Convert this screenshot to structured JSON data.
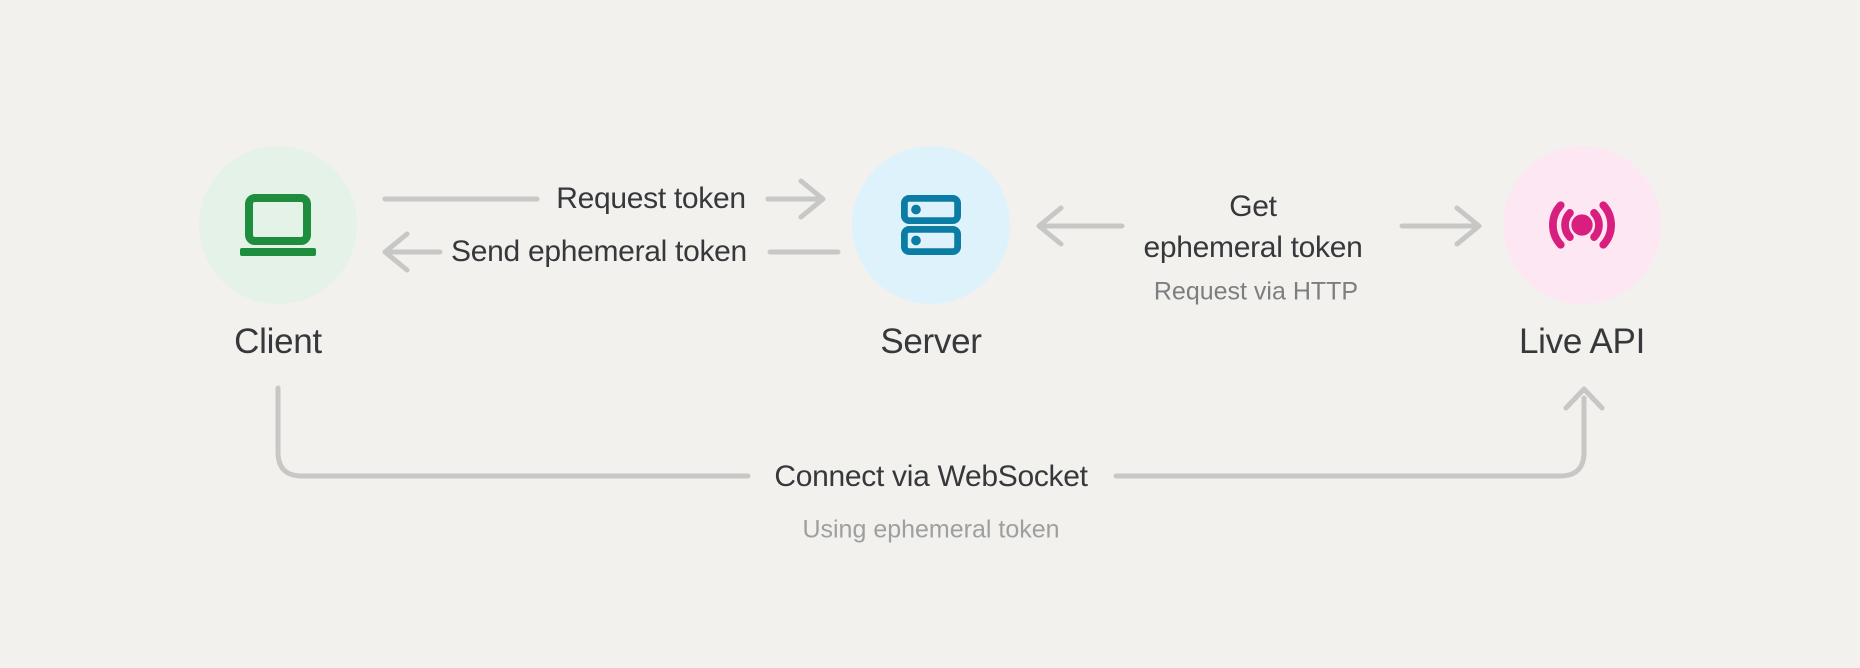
{
  "colors": {
    "background": "#F2F1EE",
    "connector_gray": "#C7C7C5",
    "label_text": "#36383B",
    "http_note_text": "#7C7E80",
    "websocket_note_text": "#9DA09E",
    "client_green": "#1E8E3E",
    "client_circle_fill": "#E4F2E8",
    "server_teal": "#0B7CA3",
    "server_circle_fill": "#DEF2FC",
    "live_api_pink": "#D81F80",
    "live_api_circle_fill": "#FCE7F3"
  },
  "nodes": [
    {
      "id": "client",
      "label": "Client",
      "icon": "laptop-icon"
    },
    {
      "id": "server",
      "label": "Server",
      "icon": "server-icon"
    },
    {
      "id": "live-api",
      "label": "Live API",
      "icon": "broadcast-icon"
    }
  ],
  "edges": {
    "request_token": {
      "label": "Request token",
      "from": "Client",
      "to": "Server"
    },
    "send_ephemeral_token": {
      "label": "Send ephemeral token",
      "from": "Server",
      "to": "Client"
    },
    "get_ephemeral_token": {
      "label_lines": [
        "Get",
        "ephemeral token"
      ],
      "sublabel": "Request via HTTP",
      "from": "Server",
      "to": "Live API"
    },
    "connect_websocket": {
      "label": "Connect via WebSocket",
      "sublabel": "Using ephemeral token",
      "from": "Client",
      "to": "Live API"
    }
  }
}
